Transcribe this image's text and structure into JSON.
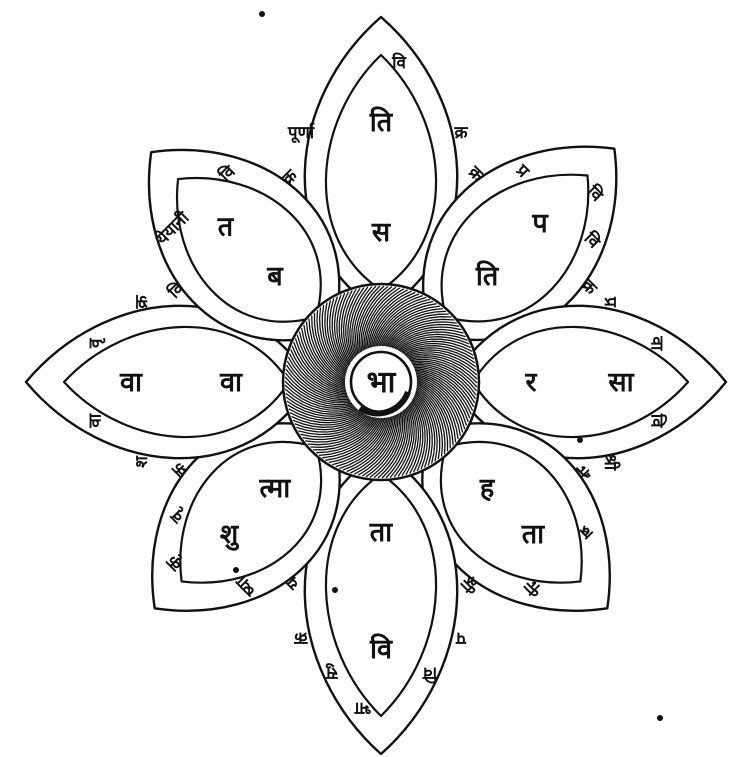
{
  "center": {
    "syllable": "भा"
  },
  "petals": [
    {
      "direction": "N",
      "inner": [
        "ति",
        "स"
      ],
      "rim": [
        "पूर्णा",
        "वि",
        "क्र"
      ]
    },
    {
      "direction": "NE",
      "inner": [
        "प",
        "ति"
      ],
      "rim": [
        "क्र",
        "प्र",
        "वि",
        "वि",
        "क्र"
      ]
    },
    {
      "direction": "E",
      "inner": [
        "सा",
        "र"
      ],
      "rim": [
        "प्र",
        "वा",
        "वि",
        "श्री"
      ]
    },
    {
      "direction": "SE",
      "inner": [
        "ता",
        "ह"
      ],
      "rim": [
        "नै",
        "ब्र",
        "नी",
        "श्री"
      ]
    },
    {
      "direction": "S",
      "inner": [
        "वि",
        "ता"
      ],
      "rim": [
        "प",
        "वि",
        "भा",
        "सु",
        "क्र"
      ]
    },
    {
      "direction": "SW",
      "inner": [
        "शु",
        "त्मा"
      ],
      "rim": [
        "य",
        "ष्या",
        "कृ",
        "वृ",
        "क्र"
      ]
    },
    {
      "direction": "W",
      "inner": [
        "वा",
        "वा"
      ],
      "rim": [
        "श",
        "वा",
        "वृ",
        "क्र"
      ]
    },
    {
      "direction": "NW",
      "inner": [
        "त",
        "ब"
      ],
      "rim": [
        "वि",
        "येयानी",
        "वि",
        "क्र"
      ]
    }
  ],
  "marks": [
    "dot",
    "dot",
    "dot",
    "dot",
    "dot"
  ]
}
